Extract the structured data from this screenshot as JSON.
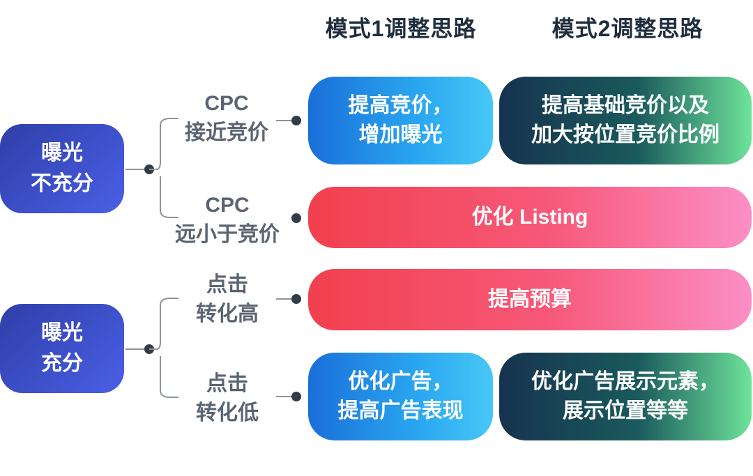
{
  "headers": {
    "mode1": "模式1调整思路",
    "mode2": "模式2调整思路"
  },
  "groups": [
    {
      "root": [
        "曝光",
        "不充分"
      ],
      "branches": [
        {
          "condition": [
            "CPC",
            "接近竞价"
          ],
          "mode1": [
            "提高竞价，",
            "增加曝光"
          ],
          "mode2": [
            "提高基础竞价以及",
            "加大按位置竞价比例"
          ]
        },
        {
          "condition": [
            "CPC",
            "远小于竞价"
          ],
          "combined": "优化 Listing"
        }
      ]
    },
    {
      "root": [
        "曝光",
        "充分"
      ],
      "branches": [
        {
          "condition": [
            "点击",
            "转化高"
          ],
          "combined": "提高预算"
        },
        {
          "condition": [
            "点击",
            "转化低"
          ],
          "mode1": [
            "优化广告，",
            "提高广告表现"
          ],
          "mode2": [
            "优化广告展示元素，",
            "展示位置等等"
          ]
        }
      ]
    }
  ]
}
